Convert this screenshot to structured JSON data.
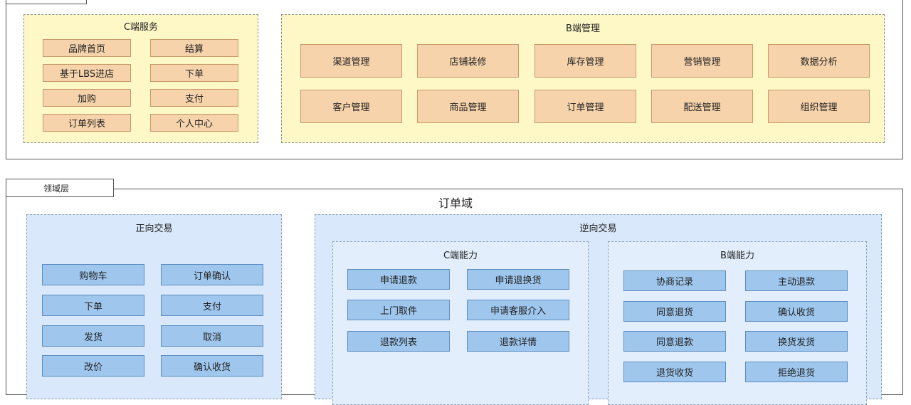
{
  "app_layer": {
    "c_service": {
      "title": "C端服务",
      "items": [
        "品牌首页",
        "结算",
        "基于LBS进店",
        "下单",
        "加购",
        "支付",
        "订单列表",
        "个人中心"
      ]
    },
    "b_management": {
      "title": "B端管理",
      "items": [
        "渠道管理",
        "店铺装修",
        "库存管理",
        "营销管理",
        "数据分析",
        "客户管理",
        "商品管理",
        "订单管理",
        "配送管理",
        "组织管理"
      ]
    }
  },
  "domain_layer": {
    "tab_label": "领域层",
    "domain_title": "订单域",
    "forward": {
      "title": "正向交易",
      "items": [
        "购物车",
        "订单确认",
        "下单",
        "支付",
        "发货",
        "取消",
        "改价",
        "确认收货"
      ]
    },
    "reverse": {
      "title": "逆向交易",
      "c_capability": {
        "title": "C端能力",
        "items": [
          "申请退款",
          "申请退换货",
          "上门取件",
          "申请客服介入",
          "退款列表",
          "退款详情"
        ]
      },
      "b_capability": {
        "title": "B端能力",
        "items": [
          "协商记录",
          "主动退款",
          "同意退货",
          "确认收货",
          "同意退款",
          "换货发货",
          "退货收货",
          "拒绝退货"
        ]
      }
    }
  }
}
